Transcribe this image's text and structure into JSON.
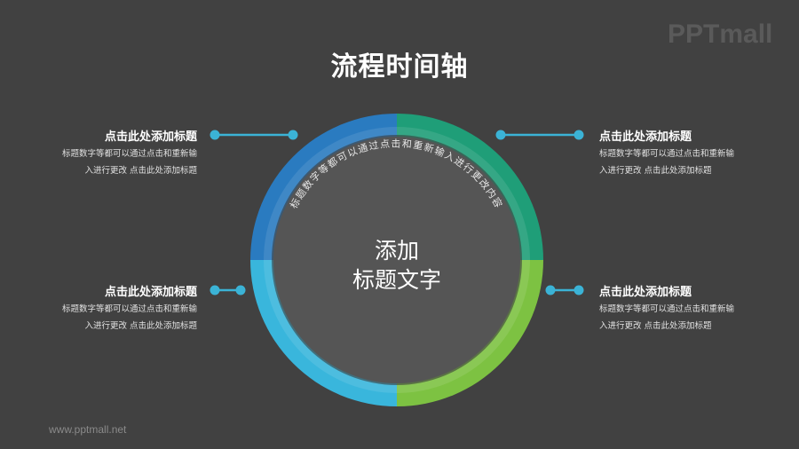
{
  "header": {
    "title": "流程时间轴"
  },
  "logo": {
    "text": "PPTmall"
  },
  "footer": {
    "url": "www.pptmall.net"
  },
  "center": {
    "line1": "添加",
    "line2": "标题文字",
    "arc_text": "标题数字等都可以通过点击和重新输入进行更改内容"
  },
  "items": [
    {
      "position": "top-left",
      "title": "点击此处添加标题",
      "desc1": "标题数字等都可以通过点击和重新输",
      "desc2": "入进行更改 点击此处添加标题"
    },
    {
      "position": "top-right",
      "title": "点击此处添加标题",
      "desc1": "标题数字等都可以通过点击和重新输",
      "desc2": "入进行更改 点击此处添加标题"
    },
    {
      "position": "bottom-left",
      "title": "点击此处添加标题",
      "desc1": "标题数字等都可以通过点击和重新输",
      "desc2": "入进行更改 点击此处添加标题"
    },
    {
      "position": "bottom-right",
      "title": "点击此处添加标题",
      "desc1": "标题数字等都可以通过点击和重新输",
      "desc2": "入进行更改 点击此处添加标题"
    }
  ],
  "colors": {
    "background": "#414141",
    "blue": "#2a7bc0",
    "teal": "#1f9e78",
    "green": "#7dc242",
    "cyan": "#39b6dc",
    "connector": "#3bb3d6",
    "center_disk": "#555555"
  }
}
